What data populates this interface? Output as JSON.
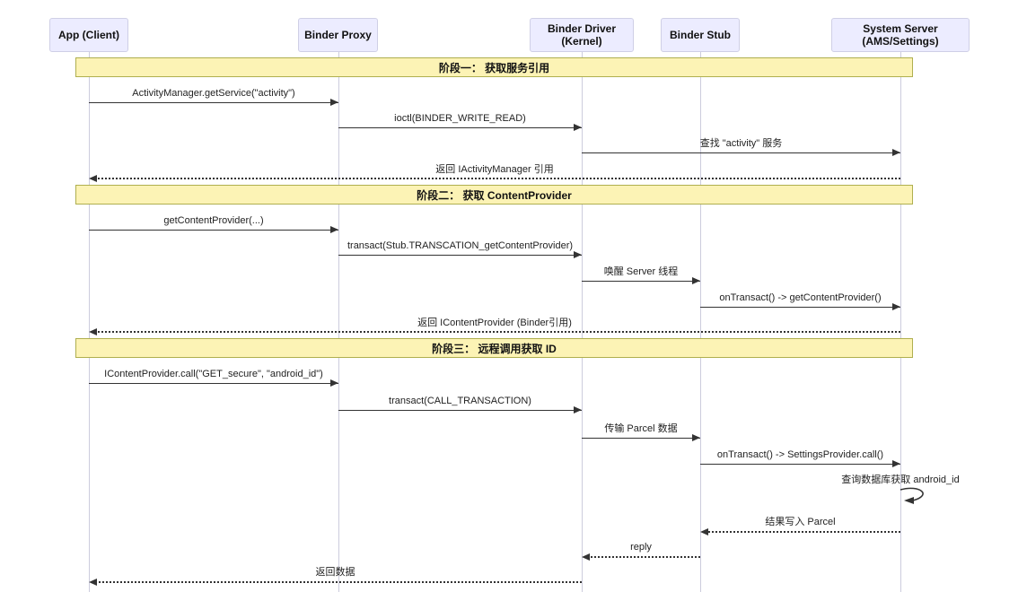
{
  "diagram": {
    "type": "sequence-diagram",
    "topic": "Android Binder IPC"
  },
  "participants": [
    {
      "label": "App (Client)"
    },
    {
      "label": "Binder Proxy"
    },
    {
      "label": "Binder Driver (Kernel)"
    },
    {
      "label": "Binder Stub"
    },
    {
      "label": "System Server (AMS/Settings)"
    }
  ],
  "phases": [
    {
      "label": "阶段一： 获取服务引用"
    },
    {
      "label": "阶段二： 获取 ContentProvider"
    },
    {
      "label": "阶段三： 远程调用获取 ID"
    }
  ],
  "messages": [
    {
      "label": "ActivityManager.getService(\"activity\")",
      "from": "App (Client)",
      "to": "Binder Proxy",
      "line": "solid"
    },
    {
      "label": "ioctl(BINDER_WRITE_READ)",
      "from": "Binder Proxy",
      "to": "Binder Driver (Kernel)",
      "line": "solid"
    },
    {
      "label": "查找 \"activity\" 服务",
      "from": "Binder Driver (Kernel)",
      "to": "System Server (AMS/Settings)",
      "line": "solid"
    },
    {
      "label": "返回 IActivityManager 引用",
      "from": "System Server (AMS/Settings)",
      "to": "App (Client)",
      "line": "dotted"
    },
    {
      "label": "getContentProvider(...)",
      "from": "App (Client)",
      "to": "Binder Proxy",
      "line": "solid"
    },
    {
      "label": "transact(Stub.TRANSCATION_getContentProvider)",
      "from": "Binder Proxy",
      "to": "Binder Driver (Kernel)",
      "line": "solid"
    },
    {
      "label": "唤醒 Server 线程",
      "from": "Binder Driver (Kernel)",
      "to": "Binder Stub",
      "line": "solid"
    },
    {
      "label": "onTransact() -> getContentProvider()",
      "from": "Binder Stub",
      "to": "System Server (AMS/Settings)",
      "line": "solid"
    },
    {
      "label": "返回 IContentProvider (Binder引用)",
      "from": "System Server (AMS/Settings)",
      "to": "App (Client)",
      "line": "dotted"
    },
    {
      "label": "IContentProvider.call(\"GET_secure\", \"android_id\")",
      "from": "App (Client)",
      "to": "Binder Proxy",
      "line": "solid"
    },
    {
      "label": "transact(CALL_TRANSACTION)",
      "from": "Binder Proxy",
      "to": "Binder Driver (Kernel)",
      "line": "solid"
    },
    {
      "label": "传输 Parcel 数据",
      "from": "Binder Driver (Kernel)",
      "to": "Binder Stub",
      "line": "solid"
    },
    {
      "label": "onTransact() -> SettingsProvider.call()",
      "from": "Binder Stub",
      "to": "System Server (AMS/Settings)",
      "line": "solid"
    },
    {
      "label": "查询数据库获取 android_id",
      "from": "System Server (AMS/Settings)",
      "to": "System Server (AMS/Settings)",
      "line": "self"
    },
    {
      "label": "结果写入 Parcel",
      "from": "System Server (AMS/Settings)",
      "to": "Binder Stub",
      "line": "dotted"
    },
    {
      "label": "reply",
      "from": "Binder Stub",
      "to": "Binder Driver (Kernel)",
      "line": "dotted"
    },
    {
      "label": "返回数据",
      "from": "Binder Driver (Kernel)",
      "to": "App (Client)",
      "line": "dotted"
    }
  ],
  "colors": {
    "background": "#FFFFFF",
    "actor_fill": "#ECECFF",
    "actor_border": "#CFCFE6",
    "phase_fill": "#FCF3B5",
    "phase_border": "#AFAF4F",
    "lifeline": "#CCCCDD",
    "arrow": "#333333",
    "text": "#1A1A1A"
  }
}
